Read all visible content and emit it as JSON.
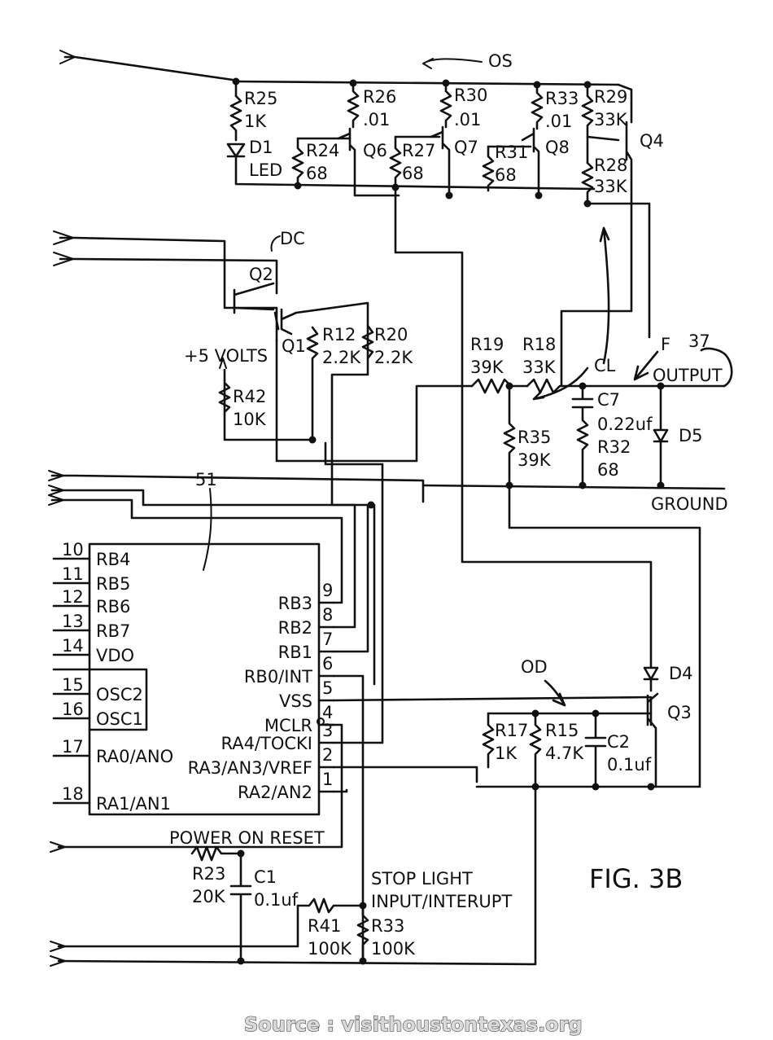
{
  "figure": "FIG. 3B",
  "source": "Source : visithoustontexas.org",
  "blocks": {
    "os": "OS",
    "dc": "DC",
    "od": "OD",
    "f": "F",
    "cl": "CL",
    "n37": "37",
    "n51": "51"
  },
  "nets": {
    "output": "OUTPUT",
    "ground": "GROUND",
    "plus5": "+5 VOLTS",
    "por": "POWER ON RESET",
    "stop1": "STOP LIGHT",
    "stop2": "INPUT/INTERUPT"
  },
  "parts": {
    "R25": "R25",
    "R25v": "1K",
    "D1": "D1",
    "D1v": "LED",
    "R24": "R24",
    "R24v": "68",
    "R26": "R26",
    "R26v": ".01",
    "Q6": "Q6",
    "R27": "R27",
    "R27v": "68",
    "R30": "R30",
    "R30v": ".01",
    "Q7": "Q7",
    "R31": "R31",
    "R31v": "68",
    "R33a": "R33",
    "R33av": ".01",
    "Q8": "Q8",
    "R29": "R29",
    "R29v": "33K",
    "R28": "R28",
    "R28v": "33K",
    "Q4": "Q4",
    "Q2": "Q2",
    "Q1": "Q1",
    "R12": "R12",
    "R12v": "2.2K",
    "R20": "R20",
    "R20v": "2.2K",
    "R42": "R42",
    "R42v": "10K",
    "R19": "R19",
    "R19v": "39K",
    "R18": "R18",
    "R18v": "33K",
    "C7": "C7",
    "C7v": "0.22uf",
    "R32": "R32",
    "R32v": "68",
    "D5": "D5",
    "R35": "R35",
    "R35v": "39K",
    "D4": "D4",
    "Q3": "Q3",
    "R17": "R17",
    "R17v": "1K",
    "R15": "R15",
    "R15v": "4.7K",
    "C2": "C2",
    "C2v": "0.1uf",
    "R23": "R23",
    "R23v": "20K",
    "C1": "C1",
    "C1v": "0.1uf",
    "R41": "R41",
    "R41v": "100K",
    "R33b": "R33",
    "R33bv": "100K"
  },
  "ic": {
    "left": [
      {
        "pin": "10",
        "name": "RB4"
      },
      {
        "pin": "11",
        "name": "RB5"
      },
      {
        "pin": "12",
        "name": "RB6"
      },
      {
        "pin": "13",
        "name": "RB7"
      },
      {
        "pin": "14",
        "name": "VDO"
      },
      {
        "pin": "15",
        "name": "OSC2"
      },
      {
        "pin": "16",
        "name": "OSC1"
      },
      {
        "pin": "17",
        "name": "RA0/ANO"
      },
      {
        "pin": "18",
        "name": "RA1/AN1"
      }
    ],
    "right": [
      {
        "pin": "9",
        "name": "RB3"
      },
      {
        "pin": "8",
        "name": "RB2"
      },
      {
        "pin": "7",
        "name": "RB1"
      },
      {
        "pin": "6",
        "name": "RB0/INT"
      },
      {
        "pin": "5",
        "name": "VSS"
      },
      {
        "pin": "4",
        "name": "MCLR"
      },
      {
        "pin": "3",
        "name": "RA4/TOCKI"
      },
      {
        "pin": "2",
        "name": "RA3/AN3/VREF"
      },
      {
        "pin": "1",
        "name": "RA2/AN2"
      }
    ]
  }
}
